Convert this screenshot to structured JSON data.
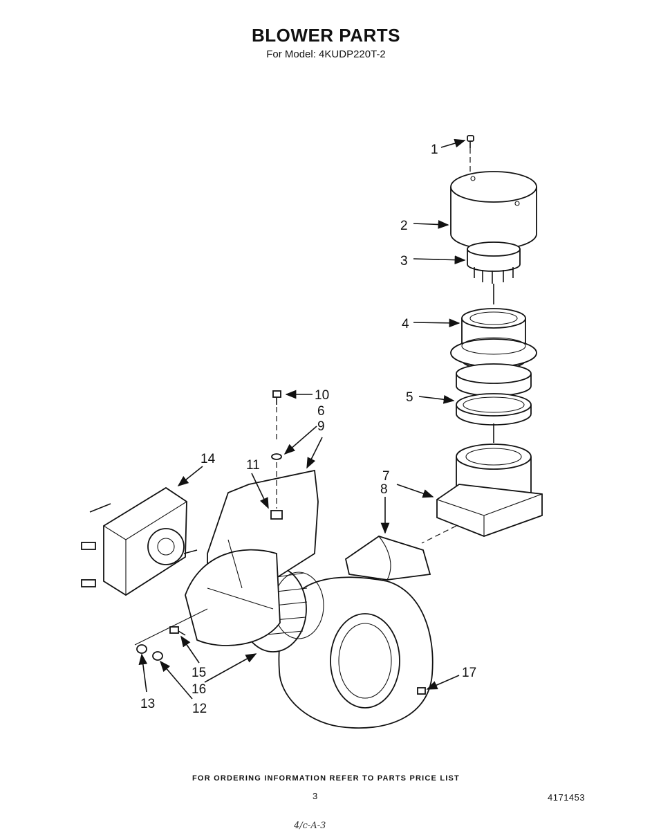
{
  "header": {
    "title": "BLOWER PARTS",
    "subtitle": "For Model: 4KUDP220T-2"
  },
  "callouts": [
    {
      "id": "c1",
      "label": "1"
    },
    {
      "id": "c2",
      "label": "2"
    },
    {
      "id": "c3",
      "label": "3"
    },
    {
      "id": "c4",
      "label": "4"
    },
    {
      "id": "c5",
      "label": "5"
    },
    {
      "id": "c6",
      "label": "6"
    },
    {
      "id": "c7",
      "label": "7"
    },
    {
      "id": "c8",
      "label": "8"
    },
    {
      "id": "c9",
      "label": "9"
    },
    {
      "id": "c10",
      "label": "10"
    },
    {
      "id": "c11",
      "label": "11"
    },
    {
      "id": "c12",
      "label": "12"
    },
    {
      "id": "c13",
      "label": "13"
    },
    {
      "id": "c14",
      "label": "14"
    },
    {
      "id": "c15",
      "label": "15"
    },
    {
      "id": "c16",
      "label": "16"
    },
    {
      "id": "c17",
      "label": "17"
    }
  ],
  "footer": {
    "ordering_note": "FOR ORDERING INFORMATION REFER TO PARTS PRICE LIST",
    "page_number": "3",
    "document_number": "4171453",
    "handwritten_note": "4/c-A-3"
  }
}
